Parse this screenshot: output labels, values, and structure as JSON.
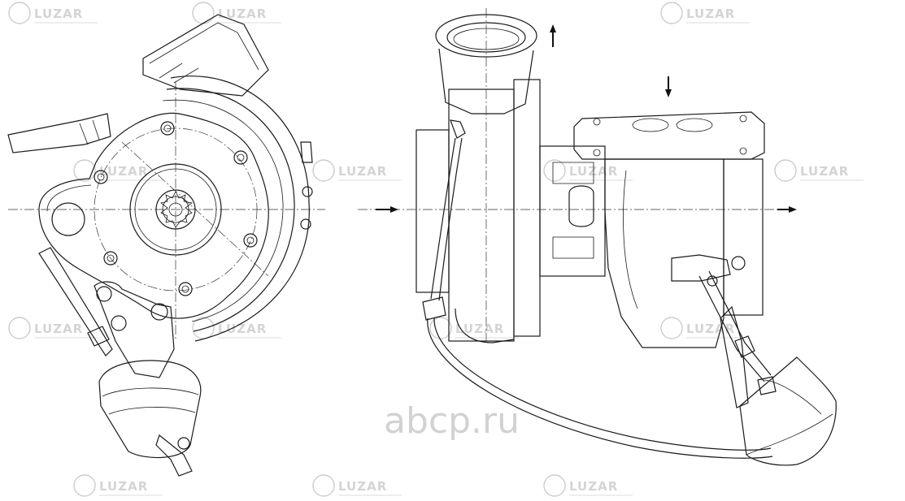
{
  "watermark": {
    "brand": "LUZAR",
    "brand_color": "#cccccc",
    "instances": 14
  },
  "site_mark": {
    "text": "аbср.ru",
    "color": "#cccccc"
  },
  "drawing": {
    "subject": "turbocharger",
    "line_color": "#1a1a1a",
    "flow_arrows": [
      "up",
      "down",
      "right",
      "right"
    ]
  }
}
